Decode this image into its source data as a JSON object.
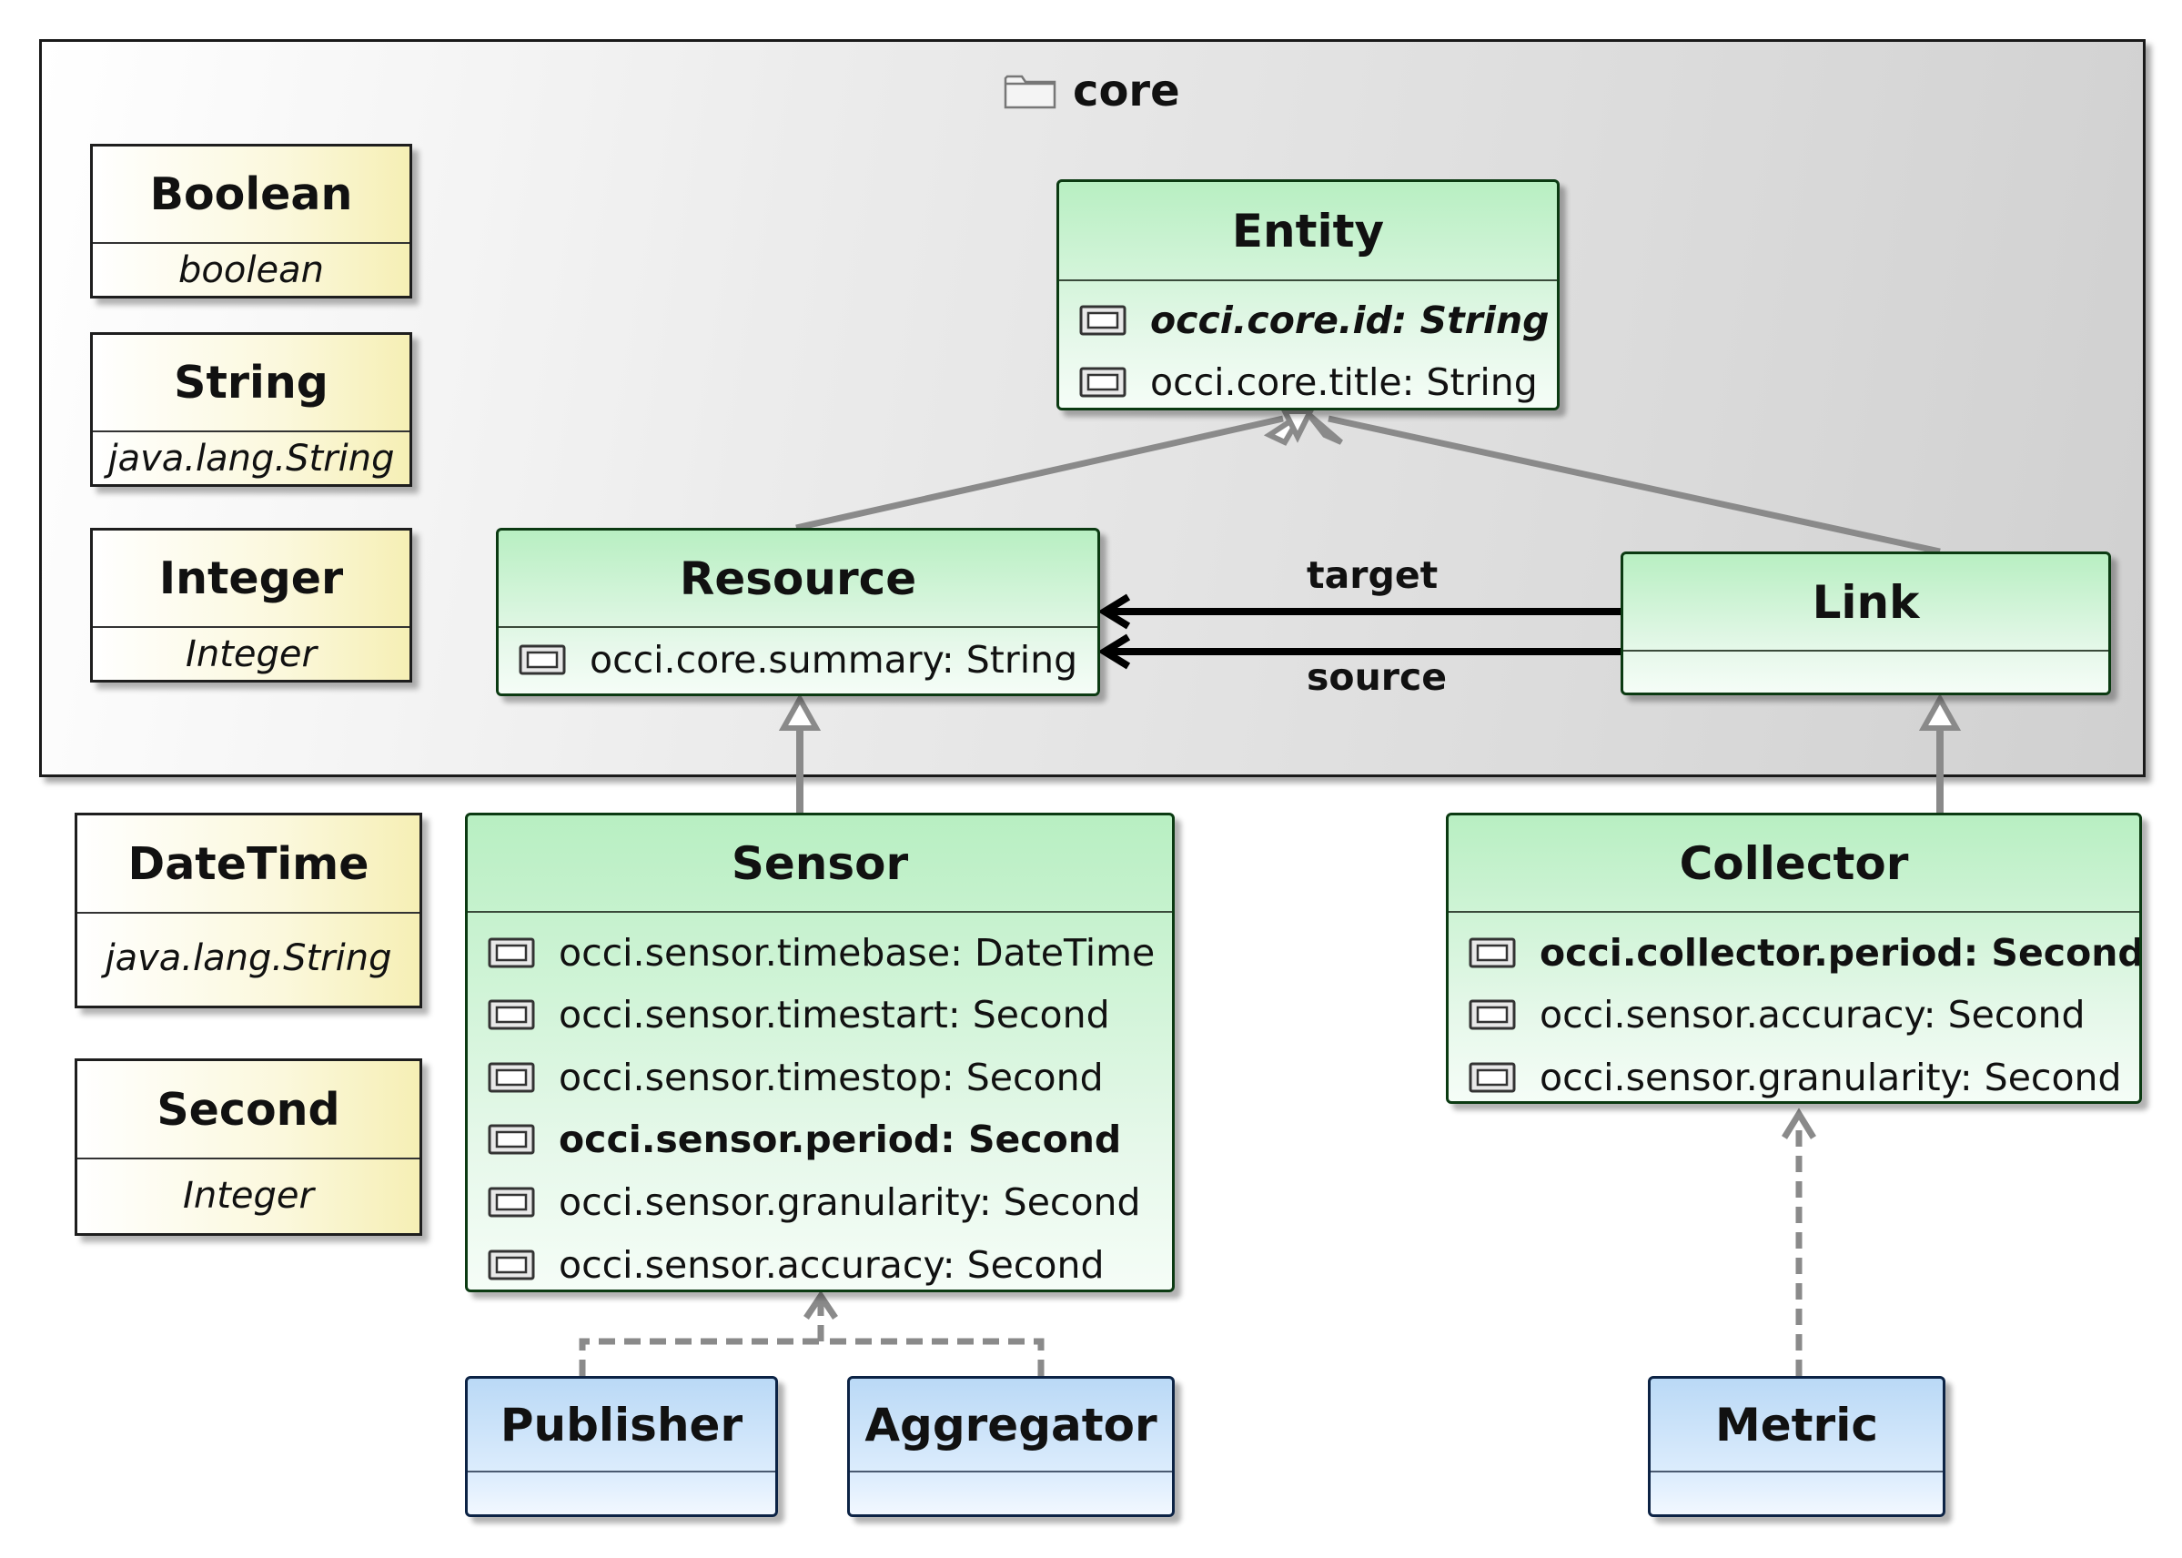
{
  "package": {
    "name": "core",
    "icon": "folder-icon"
  },
  "datatypes": {
    "boolean": {
      "name": "Boolean",
      "instance": "boolean"
    },
    "string": {
      "name": "String",
      "instance": "java.lang.String"
    },
    "integer": {
      "name": "Integer",
      "instance": "Integer"
    },
    "datetime": {
      "name": "DateTime",
      "instance": "java.lang.String"
    },
    "second": {
      "name": "Second",
      "instance": "Integer"
    }
  },
  "classes": {
    "entity": {
      "name": "Entity",
      "attributes": [
        "occi.core.id: String",
        "occi.core.title: String"
      ]
    },
    "resource": {
      "name": "Resource",
      "attributes": [
        "occi.core.summary: String"
      ]
    },
    "link": {
      "name": "Link"
    },
    "sensor": {
      "name": "Sensor",
      "attributes": [
        "occi.sensor.timebase: DateTime",
        "occi.sensor.timestart: Second",
        "occi.sensor.timestop: Second",
        "occi.sensor.period: Second",
        "occi.sensor.granularity: Second",
        "occi.sensor.accuracy: Second"
      ]
    },
    "collector": {
      "name": "Collector",
      "attributes": [
        "occi.collector.period: Second",
        "occi.sensor.accuracy: Second",
        "occi.sensor.granularity: Second"
      ]
    }
  },
  "interfaces": {
    "publisher": {
      "name": "Publisher"
    },
    "aggregator": {
      "name": "Aggregator"
    },
    "metric": {
      "name": "Metric"
    }
  },
  "edges": {
    "target_label": "target",
    "source_label": "source"
  },
  "colors": {
    "class_fill": "#b8efc2",
    "datatype_fill": "#f6efb5",
    "interface_fill": "#bad9f6",
    "edge_gray": "#8a8a8a"
  }
}
